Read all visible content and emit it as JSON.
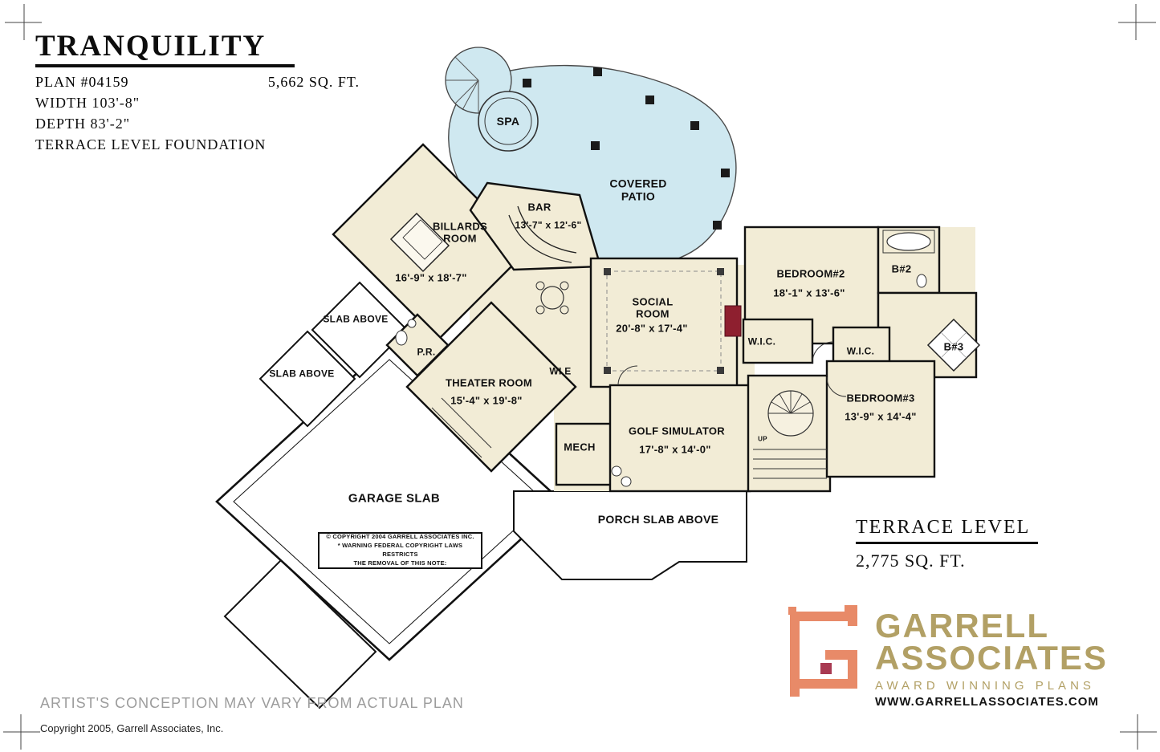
{
  "header": {
    "title": "TRANQUILITY",
    "plan_number": "PLAN  #04159",
    "total_area": "5,662  SQ. FT.",
    "width": "WIDTH  103'-8\"",
    "depth": "DEPTH  83'-2\"",
    "level": "TERRACE  LEVEL  FOUNDATION"
  },
  "labels": {
    "spa": "SPA",
    "covered_patio": "COVERED\nPATIO",
    "billards_room": "BILLARDS\nROOM",
    "billards_dims": "16'-9\" x 18'-7\"",
    "bar": "BAR",
    "bar_dims": "13'-7\" x 12'-6\"",
    "social_room": "SOCIAL\nROOM",
    "social_dims": "20'-8\" x 17'-4\"",
    "bedroom2": "BEDROOM#2",
    "bedroom2_dims": "18'-1\" x 13'-6\"",
    "bath2": "B#2",
    "wic1": "W.I.C.",
    "wic2": "W.I.C.",
    "bath3": "B#3",
    "bedroom3": "BEDROOM#3",
    "bedroom3_dims": "13'-9\" x 14'-4\"",
    "theater_room": "THEATER  ROOM",
    "theater_dims": "15'-4\" x 19'-8\"",
    "wine": "WI E",
    "mech": "MECH",
    "golf_simulator": "GOLF  SIMULATOR",
    "golf_dims": "17'-8\" x 14'-0\"",
    "powder_room": "P.R.",
    "slab_above_1": "SLAB  ABOVE",
    "slab_above_2": "SLAB  ABOVE",
    "garage_slab": "GARAGE  SLAB",
    "porch_slab": "PORCH  SLAB  ABOVE",
    "up": "UP"
  },
  "note": {
    "text": "©  COPYRIGHT 2004 GARRELL ASSOCIATES INC.\n*  WARNING FEDERAL COPYRIGHT LAWS RESTRICTS\nTHE REMOVAL OF THIS NOTE:"
  },
  "summary": {
    "level": "TERRACE  LEVEL",
    "area": "2,775  SQ. FT."
  },
  "brand": {
    "name_line1": "GARRELL",
    "name_line2": "ASSOCIATES",
    "tagline": "AWARD WINNING PLANS",
    "website": "WWW.GARRELLASSOCIATES.COM"
  },
  "footer": {
    "disclaimer": "ARTIST'S CONCEPTION MAY VARY FROM ACTUAL PLAN",
    "copyright": "Copyright 2005, Garrell Associates, Inc."
  },
  "colors": {
    "room_cream": "#f2ecd6",
    "patio_blue": "#cfe8f0",
    "door_red": "#8e1f2f",
    "brand_gold": "#b2a065",
    "brand_orange": "#e88a68",
    "wall_black": "#111111"
  }
}
